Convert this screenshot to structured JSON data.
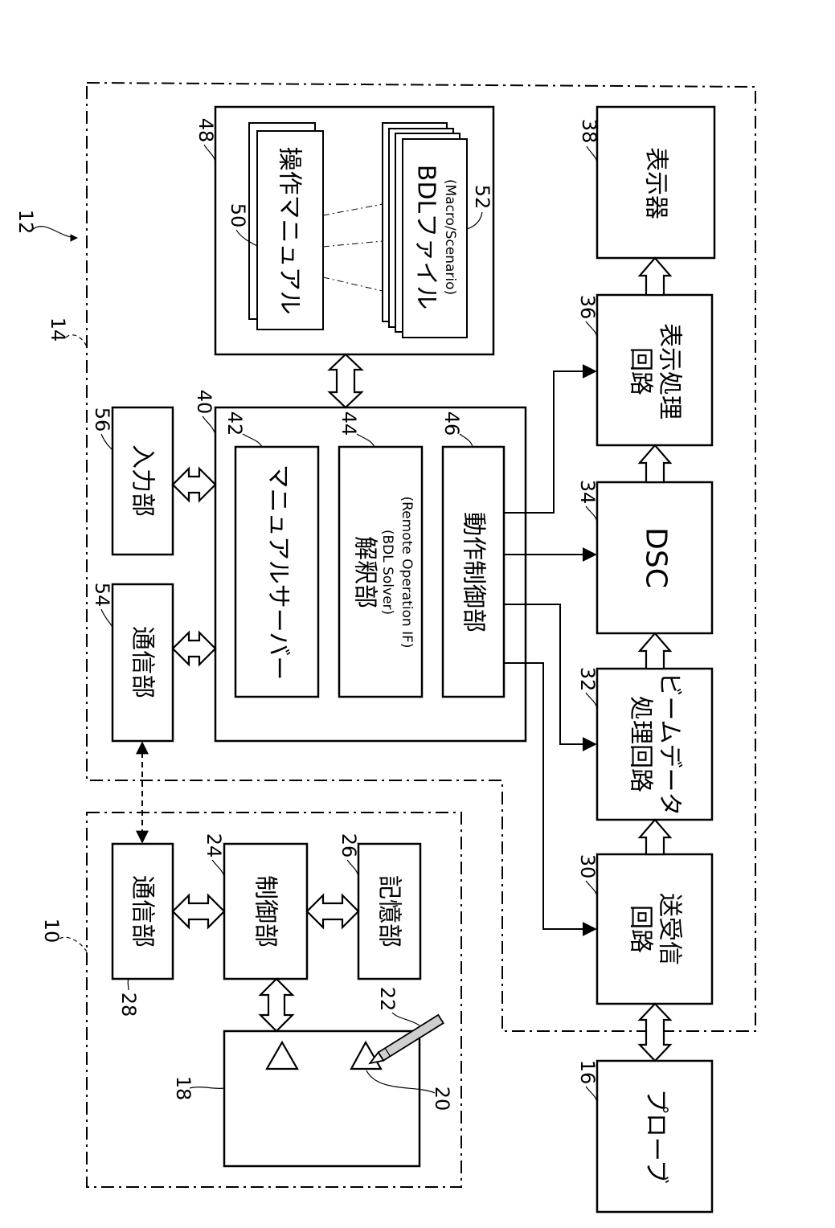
{
  "blocks": {
    "probe": "プローブ",
    "transceiver_1": "送受信",
    "transceiver_2": "回路",
    "beam_1": "ビームデータ",
    "beam_2": "処理回路",
    "dsc": "DSC",
    "disp_proc_1": "表示処理",
    "disp_proc_2": "回路",
    "display": "表示器",
    "input": "入力部",
    "comm_right": "通信部",
    "manual_server": "マニュアルサーバー",
    "interpreter": "解釈部",
    "interpreter_sub1": "(BDL Solver)",
    "interpreter_sub2": "(Remote Operation IF)",
    "operation_control": "動作制御部",
    "op_manual": "操作マニュアル",
    "bdl_file": "BDLファイル",
    "bdl_file_sub": "(Macro/Scenario)",
    "comm_left": "通信部",
    "control": "制御部",
    "memory": "記憶部"
  },
  "refs": {
    "r10": "10",
    "r12": "12",
    "r14": "14",
    "r16": "16",
    "r18": "18",
    "r20": "20",
    "r22": "22",
    "r24": "24",
    "r26": "26",
    "r28": "28",
    "r30": "30",
    "r32": "32",
    "r34": "34",
    "r36": "36",
    "r38": "38",
    "r40": "40",
    "r42": "42",
    "r44": "44",
    "r46": "46",
    "r48": "48",
    "r50": "50",
    "r52": "52",
    "r54": "54",
    "r56": "56"
  }
}
